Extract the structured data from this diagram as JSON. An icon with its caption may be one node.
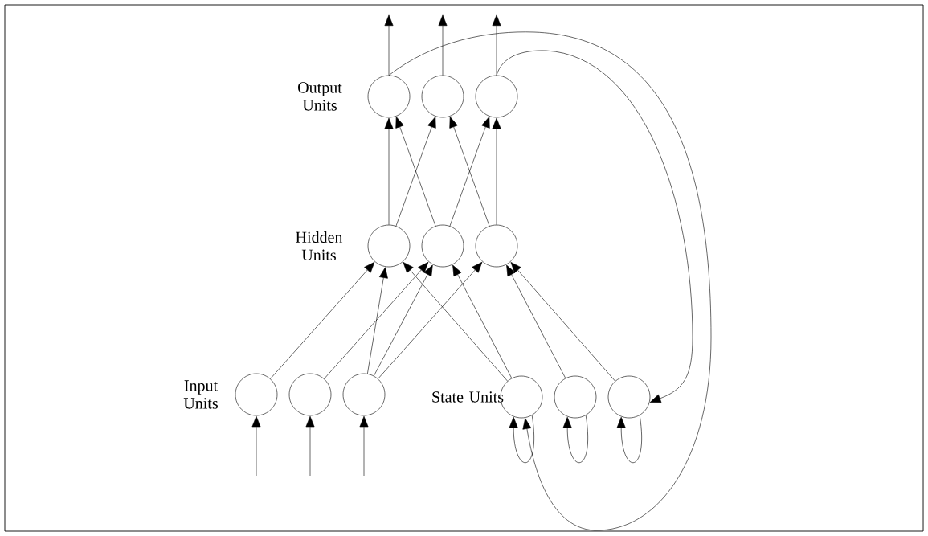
{
  "diagram": {
    "nodes": [
      {
        "text": [],
        "shape": "circle"
      },
      {
        "text": [],
        "shape": "circle"
      },
      {
        "text": [],
        "shape": "circle"
      },
      {
        "text": [],
        "shape": "circle"
      },
      {
        "text": [],
        "shape": "circle"
      },
      {
        "text": [],
        "shape": "circle"
      },
      {
        "text": [],
        "shape": "circle"
      },
      {
        "text": [],
        "shape": "circle"
      },
      {
        "text": [],
        "shape": "circle"
      },
      {
        "text": [],
        "shape": "circle"
      },
      {
        "text": [],
        "shape": "circle"
      },
      {
        "text": [],
        "shape": "circle"
      }
    ],
    "edges": [
      {
        "from": 0,
        "to": null,
        "arrow": "to"
      },
      {
        "from": 1,
        "to": null,
        "arrow": "to"
      },
      {
        "from": 2,
        "to": null,
        "arrow": "to"
      },
      {
        "from": 3,
        "to": 0,
        "arrow": "to"
      },
      {
        "from": 4,
        "to": 0,
        "arrow": "to"
      },
      {
        "from": 3,
        "to": 1,
        "arrow": "to"
      },
      {
        "from": 5,
        "to": 1,
        "arrow": "to"
      },
      {
        "from": 4,
        "to": 2,
        "arrow": "to"
      },
      {
        "from": 5,
        "to": 2,
        "arrow": "to"
      },
      {
        "from": 6,
        "to": 3,
        "arrow": "to"
      },
      {
        "from": 8,
        "to": 3,
        "arrow": "to"
      },
      {
        "from": 9,
        "to": 3,
        "arrow": "to"
      },
      {
        "from": 7,
        "to": 4,
        "arrow": "to"
      },
      {
        "from": 8,
        "to": 4,
        "arrow": "to"
      },
      {
        "from": 9,
        "to": 4,
        "arrow": "to"
      },
      {
        "from": 8,
        "to": 5,
        "arrow": "to"
      },
      {
        "from": 10,
        "to": 5,
        "arrow": "to"
      },
      {
        "from": 11,
        "to": 5,
        "arrow": "to"
      },
      {
        "from": null,
        "to": 6,
        "arrow": "to"
      },
      {
        "from": null,
        "to": 7,
        "arrow": "to"
      },
      {
        "from": null,
        "to": 8,
        "arrow": "to"
      },
      {
        "from": 9,
        "to": 9,
        "arrow": "to"
      },
      {
        "from": 10,
        "to": 10,
        "arrow": "to"
      },
      {
        "from": 11,
        "to": 11,
        "arrow": "to"
      },
      {
        "from": 0,
        "to": 9,
        "arrow": "to"
      },
      {
        "from": 2,
        "to": 11,
        "arrow": "to"
      }
    ],
    "labels": [
      "Output Units",
      "Hidden Units",
      "Input Units",
      "State Units"
    ]
  }
}
